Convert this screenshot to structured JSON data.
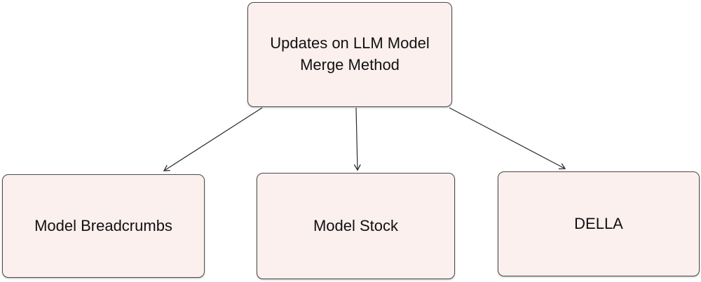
{
  "diagram": {
    "type": "flowchart",
    "background_color": "#ffffff",
    "node_fill_color": "#fcf0ee",
    "node_border_color": "#4d4d4d",
    "arrow_color": "#2b2b2b",
    "text_color": "#111111",
    "nodes": [
      {
        "id": "root",
        "label": "Updates on LLM Model Merge Method"
      },
      {
        "id": "breadcrumbs",
        "label": "Model Breadcrumbs"
      },
      {
        "id": "stock",
        "label": "Model Stock"
      },
      {
        "id": "della",
        "label": "DELLA"
      }
    ],
    "edges": [
      {
        "from": "root",
        "to": "breadcrumbs"
      },
      {
        "from": "root",
        "to": "stock"
      },
      {
        "from": "root",
        "to": "della"
      }
    ]
  }
}
